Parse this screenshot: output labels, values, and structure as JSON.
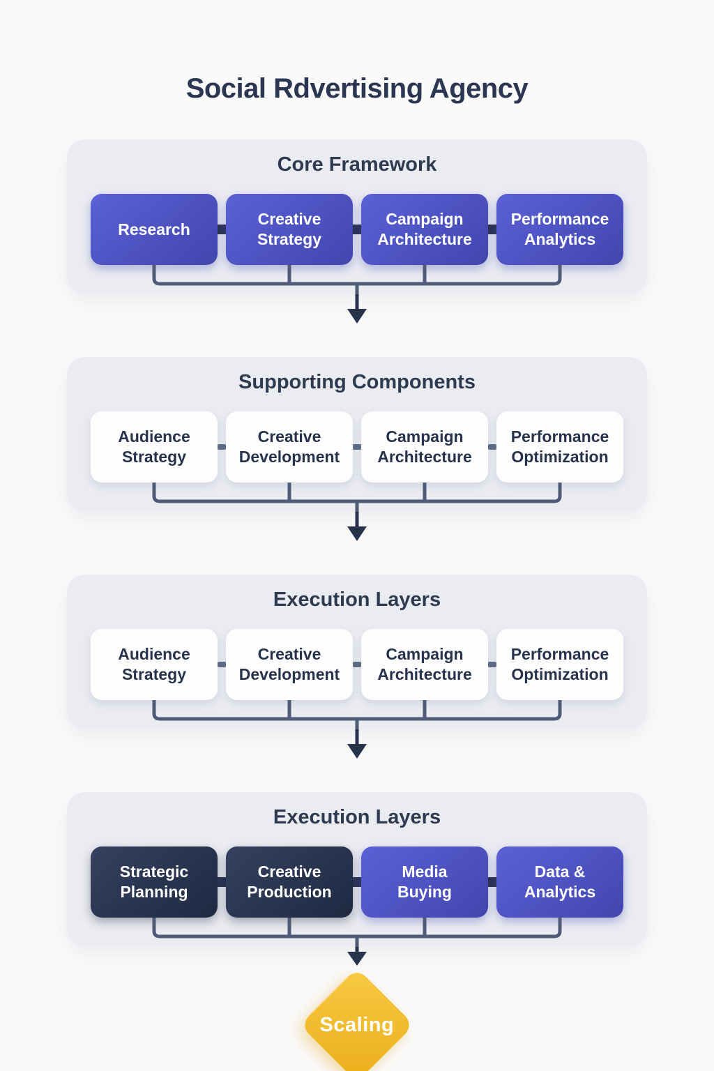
{
  "title": "Social Rdvertising Agency",
  "colors": {
    "page_background": "#fafafb",
    "panel_background": "#ebecf2",
    "indigo_node": "#4b51c6",
    "navy_node": "#273150",
    "white_node": "#fdfdfe",
    "dark_text": "#2b3752",
    "connector_line": "#4e5c77",
    "arrow": "#273349",
    "diamond_amber": "#f0b62c"
  },
  "sections": [
    {
      "title": "Core Framework",
      "items": [
        {
          "label": "Research",
          "variant": "indigo"
        },
        {
          "label": "Creative\nStrategy",
          "variant": "indigo"
        },
        {
          "label": "Campaign\nArchitecture",
          "variant": "indigo"
        },
        {
          "label": "Performance\nAnalytics",
          "variant": "indigo"
        }
      ]
    },
    {
      "title": "Supporting Components",
      "items": [
        {
          "label": "Audience\nStrategy",
          "variant": "white"
        },
        {
          "label": "Creative\nDevelopment",
          "variant": "white"
        },
        {
          "label": "Campaign\nArchitecture",
          "variant": "white"
        },
        {
          "label": "Performance\nOptimization",
          "variant": "white"
        }
      ]
    },
    {
      "title": "Execution Layers",
      "items": [
        {
          "label": "Audience\nStrategy",
          "variant": "white"
        },
        {
          "label": "Creative\nDevelopment",
          "variant": "white"
        },
        {
          "label": "Campaign\nArchitecture",
          "variant": "white"
        },
        {
          "label": "Performance\nOptimization",
          "variant": "white"
        }
      ]
    },
    {
      "title": "Execution Layers",
      "items": [
        {
          "label": "Strategic\nPlanning",
          "variant": "navy"
        },
        {
          "label": "Creative\nProduction",
          "variant": "navy"
        },
        {
          "label": "Media\nBuying",
          "variant": "indigo"
        },
        {
          "label": "Data &\nAnalytics",
          "variant": "indigo"
        }
      ]
    }
  ],
  "terminal": {
    "label": "Scaling"
  }
}
